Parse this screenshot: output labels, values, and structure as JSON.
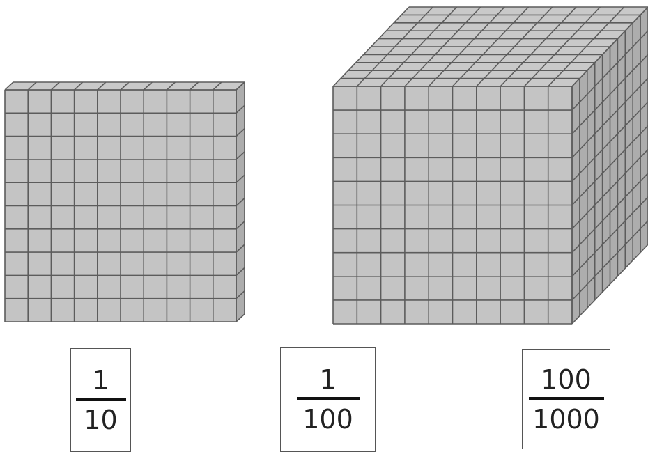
{
  "blocks": [
    {
      "kind": "flat",
      "rows": 10,
      "cols": 10,
      "depth_cells": 1
    },
    {
      "kind": "cube",
      "rows": 10,
      "cols": 10,
      "depth_cells": 10
    }
  ],
  "colors": {
    "face": "#c4c4c4",
    "top": "#c9c9c9",
    "side": "#adadad",
    "grid_line": "#5c5c5c",
    "fraction_bar": "#111111"
  },
  "fractions": [
    {
      "numerator": "1",
      "denominator": "10"
    },
    {
      "numerator": "1",
      "denominator": "100"
    },
    {
      "numerator": "100",
      "denominator": "1000"
    }
  ]
}
